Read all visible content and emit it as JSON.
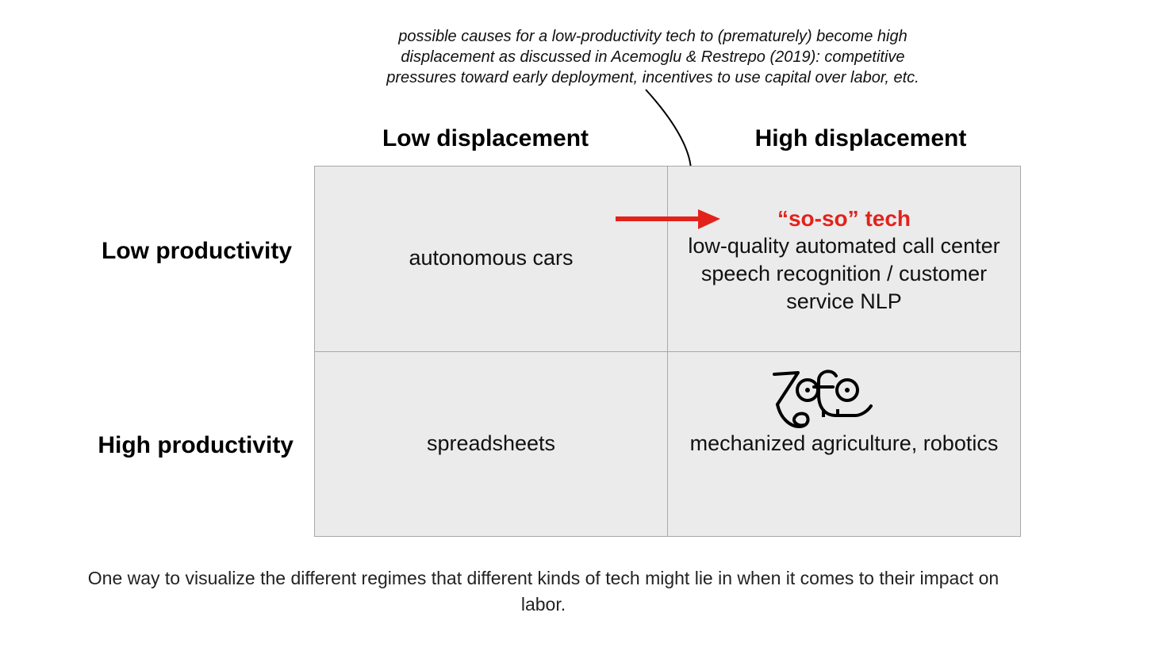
{
  "annotation": {
    "lines": [
      "possible causes for a low-productivity tech to (prematurely) become high",
      "displacement as discussed in Acemoglu & Restrepo (2019): competitive",
      "pressures toward early deployment, incentives to use capital over labor, etc."
    ]
  },
  "columns": {
    "low": "Low displacement",
    "high": "High displacement"
  },
  "rows": {
    "low": "Low productivity",
    "high": "High productivity"
  },
  "cells": {
    "low_prod_low_disp": "autonomous cars",
    "low_prod_high_disp": {
      "title": "“so-so” tech",
      "lines": [
        "low-quality automated call center",
        "speech recognition / customer",
        "service NLP"
      ]
    },
    "high_prod_low_disp": "spreadsheets",
    "high_prod_high_disp": "mechanized agriculture, robotics",
    "high_prod_high_disp_symbol": "zoso-symbol"
  },
  "caption": {
    "line1": "One way to visualize the different regimes that different kinds of tech might lie in when it comes to their impact on",
    "line2": "labor."
  },
  "colors": {
    "accent": "#e3221c",
    "cell_bg": "#ebebeb",
    "grid_line": "#a8a8a8"
  }
}
